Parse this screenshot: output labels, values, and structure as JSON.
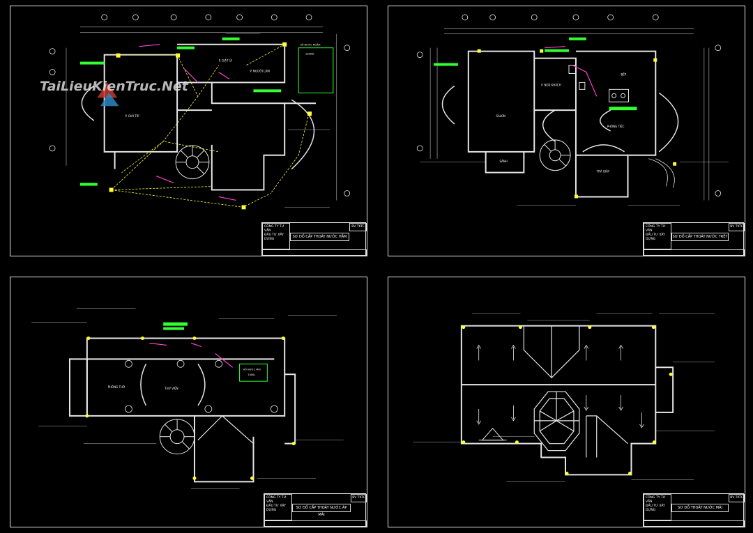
{
  "watermark": {
    "text": "TaiLieuKienTruc.Net"
  },
  "colors": {
    "wall": "#e6e6e6",
    "pipe": "#ffff33",
    "pipe_pink": "#ff44cc",
    "label": "#33ff33",
    "dim": "#ffffff"
  },
  "sheets": [
    {
      "id": "s1",
      "rooms": [
        "P. GIẢI TRÍ",
        "P. GIẶT ỦI",
        "P. NGƯỜI LÀM"
      ],
      "tank_label": [
        "HỒ NƯỚC NGẦM",
        "10000L"
      ],
      "title_block": {
        "company": [
          "CÔNG TY TƯ VẤN",
          "ĐẦU TƯ XÂY DỰNG"
        ],
        "title": "SƠ ĐỒ CẤP THOÁT NƯỚC HẦM",
        "code": "BV TKTC"
      }
    },
    {
      "id": "s2",
      "rooms": [
        "SALON",
        "P. NGỦ KHÁCH",
        "BẾP",
        "PHÒNG TIỆC",
        "SẢNH",
        "TRẢ GIÀY"
      ],
      "title_block": {
        "company": [
          "CÔNG TY TƯ VẤN",
          "ĐẦU TƯ XÂY DỰNG"
        ],
        "title": "SƠ ĐỒ CẤP THOÁT NƯỚC TRỆT",
        "code": "BV TKTC"
      }
    },
    {
      "id": "s3",
      "rooms": [
        "PHÒNG THỜ",
        "THƯ VIỆN"
      ],
      "tank_label": [
        "HỒ NƯỚC MÁI",
        "1000L"
      ],
      "title_block": {
        "company": [
          "CÔNG TY TƯ VẤN",
          "ĐẦU TƯ XÂY DỰNG"
        ],
        "title": "SƠ ĐỒ CẤP THOÁT NƯỚC ÁP MÁI",
        "code": "BV TKTC"
      }
    },
    {
      "id": "s4",
      "rooms": [],
      "title_block": {
        "company": [
          "CÔNG TY TƯ VẤN",
          "ĐẦU TƯ XÂY DỰNG"
        ],
        "title": "SƠ ĐỒ THOÁT NƯỚC MÁI",
        "code": "BV TKTC"
      }
    }
  ]
}
